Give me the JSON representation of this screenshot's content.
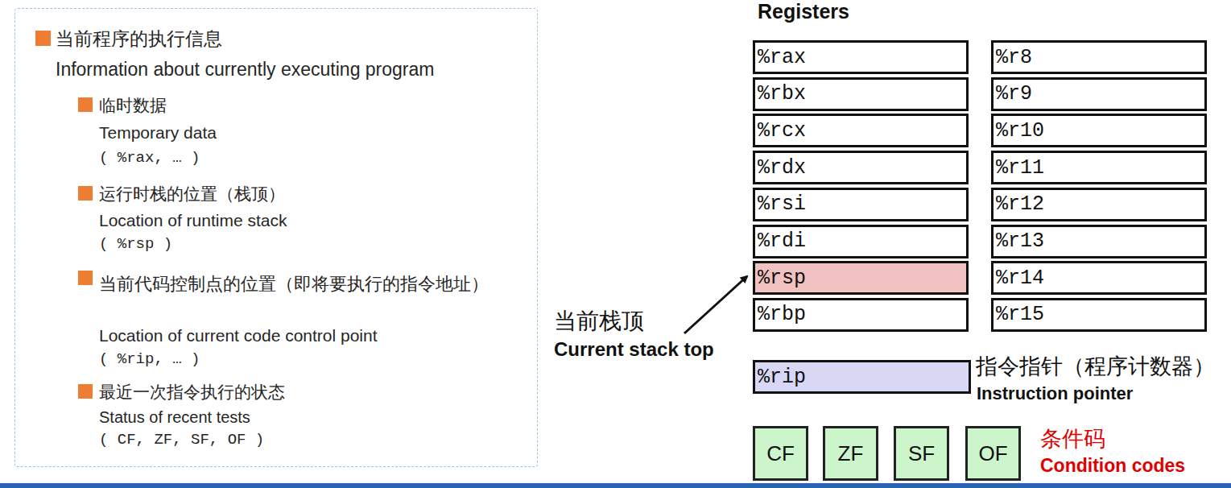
{
  "diagram": {
    "nodes": [
      {
        "text": [
          "当前程序的执行信息",
          "Information about currently executing program",
          "临时数据",
          "Temporary data",
          "( %rax, … )",
          "运行时栈的位置（栈顶）",
          "Location of runtime stack",
          "( %rsp )",
          "当前代码控制点的位置（即将要执行的指令地址）",
          "Location of current code control point",
          "( %rip, … )",
          "最近一次指令执行的状态",
          "Status of recent tests",
          "( CF, ZF, SF, OF )"
        ]
      },
      {
        "text": [
          "%rax"
        ]
      },
      {
        "text": [
          "%r8"
        ]
      },
      {
        "text": [
          "%rbx"
        ]
      },
      {
        "text": [
          "%r9"
        ]
      },
      {
        "text": [
          "%rcx"
        ]
      },
      {
        "text": [
          "%r10"
        ]
      },
      {
        "text": [
          "%rdx"
        ]
      },
      {
        "text": [
          "%r11"
        ]
      },
      {
        "text": [
          "%rsi"
        ]
      },
      {
        "text": [
          "%r12"
        ]
      },
      {
        "text": [
          "%rdi"
        ]
      },
      {
        "text": [
          "%r13"
        ]
      },
      {
        "text": [
          "%rsp"
        ]
      },
      {
        "text": [
          "%r14"
        ]
      },
      {
        "text": [
          "%rbp"
        ]
      },
      {
        "text": [
          "%r15"
        ]
      },
      {
        "text": [
          "%rip"
        ]
      },
      {
        "text": [
          "CF"
        ]
      },
      {
        "text": [
          "ZF"
        ]
      },
      {
        "text": [
          "SF"
        ]
      },
      {
        "text": [
          "OF"
        ]
      }
    ],
    "labels": [
      "Registers",
      "当前栈顶",
      "Current stack top",
      "指令指针（程序计数器）",
      "Instruction pointer",
      "条件码",
      "Condition codes"
    ]
  }
}
